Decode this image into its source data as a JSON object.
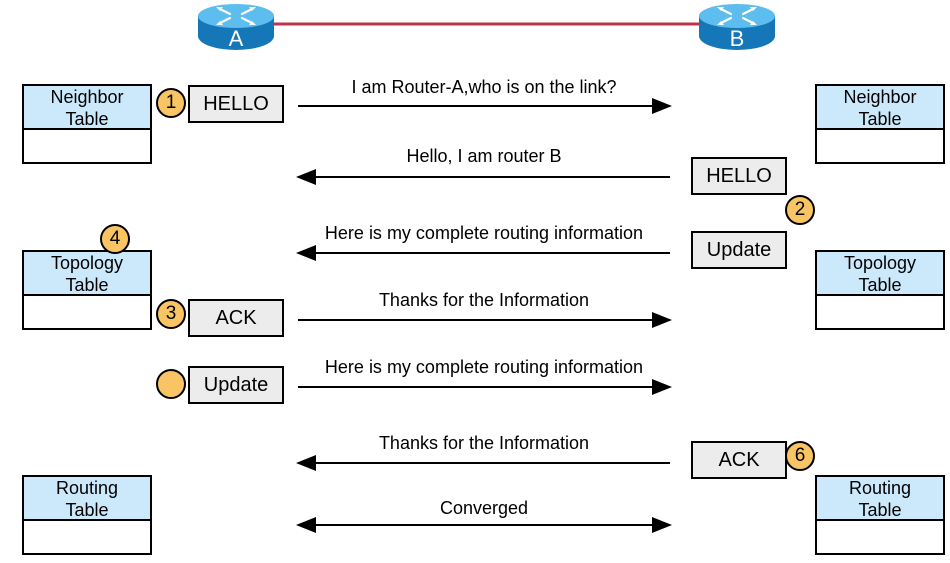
{
  "routers": {
    "a": {
      "letter": "A"
    },
    "b": {
      "letter": "B"
    }
  },
  "tables": {
    "left_neighbor": "Neighbor Table",
    "left_topology": "Topology Table",
    "left_routing": "Routing Table",
    "right_neighbor": "Neighbor Table",
    "right_topology": "Topology Table",
    "right_routing": "Routing Table"
  },
  "messages": {
    "hello_a": "HELLO",
    "hello_b": "HELLO",
    "update_b": "Update",
    "ack_a": "ACK",
    "update_a": "Update",
    "ack_b": "ACK"
  },
  "steps": {
    "s1": "1",
    "s2": "2",
    "s3": "3",
    "s4": "4",
    "s5": "",
    "s6": "6"
  },
  "arrows": {
    "a1": "I am Router-A,who is on the link?",
    "a2": "Hello, I am router B",
    "a3": "Here is my complete routing information",
    "a4": "Thanks for the Information",
    "a5": "Here is my complete routing information",
    "a6": "Thanks for the Information",
    "a7": "Converged"
  },
  "colors": {
    "router_blue": "#1b9ee0",
    "link_red": "#c0344a",
    "table_header": "#cce9fb",
    "message_box": "#ececec",
    "step_badge": "#f9c564"
  }
}
